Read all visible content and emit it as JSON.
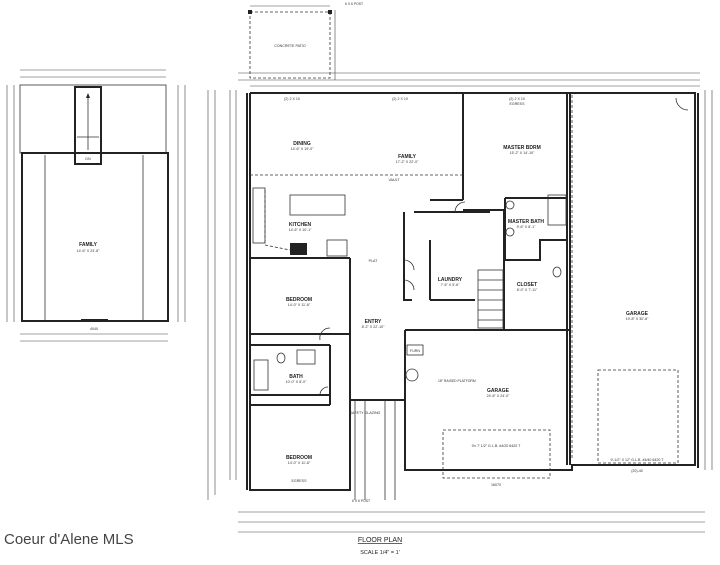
{
  "plan": {
    "title": "FLOOR PLAN",
    "scale": "SCALE 1/4\" = 1'",
    "watermark": "Coeur d'Alene MLS"
  },
  "upper": {
    "family": {
      "name": "FAMILY",
      "size": "14'-6\" X 23'-8\""
    },
    "stair_label": "DN",
    "window": "4040"
  },
  "rooms": {
    "dining": {
      "name": "DINING",
      "size": "14'-6\" X 19'-0\""
    },
    "family": {
      "name": "FAMILY",
      "size": "17'-2\" X 22'-0\""
    },
    "master_bdrm": {
      "name": "MASTER BDRM",
      "size": "15'-2\" X 14'-10\""
    },
    "kitchen": {
      "name": "KITCHEN",
      "size": "14'-6\" X 10'-1\""
    },
    "master_bath": {
      "name": "MASTER BATH",
      "size": "9'-6\" X 8'-1\""
    },
    "laundry": {
      "name": "LAUNDRY",
      "size": "7'-6\" X 5'-6\""
    },
    "closet": {
      "name": "CLOSET",
      "size": "8'-0\" X 7'-11\""
    },
    "bedroom1": {
      "name": "BEDROOM",
      "size": "14'-0\" X 11'-6\""
    },
    "entry": {
      "name": "ENTRY",
      "size": "8'-2\" X 22'-10\""
    },
    "garage_right": {
      "name": "GARAGE",
      "size": "19'-8\" X 30'-8\""
    },
    "bath": {
      "name": "BATH",
      "size": "10'-0\" X 8'-0\""
    },
    "garage_left": {
      "name": "GARAGE",
      "size": "24'-8\" X 24'-0\""
    },
    "bedroom2": {
      "name": "BEDROOM",
      "size": "14'-0\" X 11'-6\""
    }
  },
  "notes": {
    "patio": "CONCRETE PATIO",
    "post_top": "6 X 6 POST",
    "post_bottom": "6 X 6 POST",
    "vault": "VAULT",
    "raised_platform": "18\" RAISED PLATFORM",
    "header_top1": "(2) 2 X 10",
    "header_top2": "(2) 2 X 10",
    "header_mbr": "(2) 2 X 10",
    "egress_mbr": "EGRESS",
    "egress_bed2": "EGRESS",
    "plat": "PLAT",
    "furn": "FURN",
    "door_left": "9'x 7' 1/2\" G.L.B. #4/20 6420 T",
    "door_right": "9'-1/2\" X 12\" G.L.B. #4/40 6420 T",
    "door_left_code": "16070",
    "door_right_code": "(20)-40",
    "safety_glazing": "SAFETY GLAZING"
  }
}
